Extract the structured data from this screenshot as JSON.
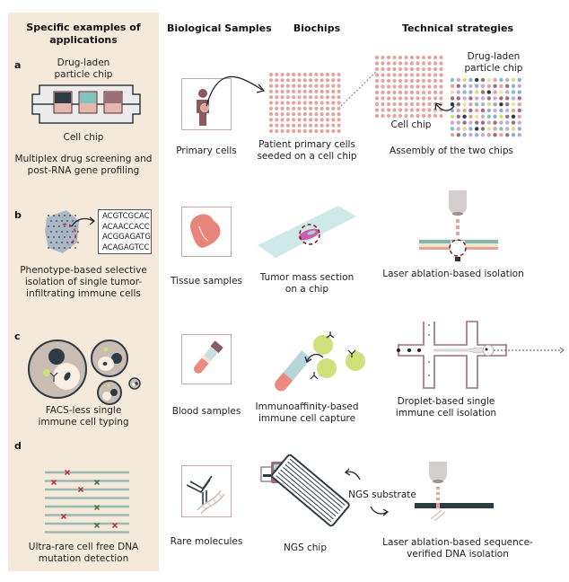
{
  "headers": {
    "applications": "Specific examples of applications",
    "applications_line1": "Specific examples of",
    "applications_line2": "applications",
    "samples": "Biological Samples",
    "biochips": "Biochips",
    "strategies": "Technical strategies"
  },
  "rows": [
    {
      "label": "a",
      "app_top_line1": "Drug-laden",
      "app_top_line2": "particle chip",
      "app_bottom": "Cell chip",
      "app_desc_line1": "Multiplex drug screening and",
      "app_desc_line2": "post-RNA gene profiling",
      "sample": "Primary cells",
      "biochip_line1": "Patient primary cells",
      "biochip_line2": "seeded on a cell chip",
      "strategy_chip1": "Cell chip",
      "strategy_chip2_line1": "Drug-laden",
      "strategy_chip2_line2": "particle chip",
      "strategy": "Assembly of the two chips"
    },
    {
      "label": "b",
      "sequences": [
        "ACGTCGCAC",
        "ACAACCACC",
        "ACGGAGATG",
        "ACAGAGTCC"
      ],
      "app_desc_line1": "Phenotype-based selective",
      "app_desc_line2": "isolation of single tumor-",
      "app_desc_line3": "infiltrating immune cells",
      "sample": "Tissue samples",
      "biochip_line1": "Tumor mass section",
      "biochip_line2": "on a chip",
      "strategy": "Laser ablation-based isolation"
    },
    {
      "label": "c",
      "app_desc_line1": "FACS-less single",
      "app_desc_line2": "immune cell typing",
      "sample": "Blood samples",
      "biochip_line1": "Immunoaffinity-based",
      "biochip_line2": "immune cell capture",
      "strategy_line1": "Droplet-based single",
      "strategy_line2": "immune cell isolation"
    },
    {
      "label": "d",
      "app_desc_line1": "Ultra-rare cell free DNA",
      "app_desc_line2": "mutation detection",
      "sample": "Rare molecules",
      "biochip": "NGS chip",
      "strategy_substrate": "NGS substrate",
      "strategy_line1": "Laser ablation-based sequence-",
      "strategy_line2": "verified DNA isolation"
    }
  ],
  "colors": {
    "panel": "#f5ead9",
    "cell_dot": "#e3a49b",
    "dark": "#2d3b45",
    "teal": "#7fc4bf",
    "mauve": "#9c6e7c",
    "lime": "#cfe07a",
    "slide": "#cfe8e8",
    "red_mark": "#b0303a",
    "green_mark": "#3d6b3c",
    "dna_line": "#9ab8b4"
  },
  "icons": {
    "person": "person-icon",
    "tissue": "tissue-icon",
    "tube": "blood-tube-icon",
    "molecules": "antibody-dna-icon",
    "laser": "laser-objective-icon",
    "sequencer": "sequencer-icon"
  }
}
